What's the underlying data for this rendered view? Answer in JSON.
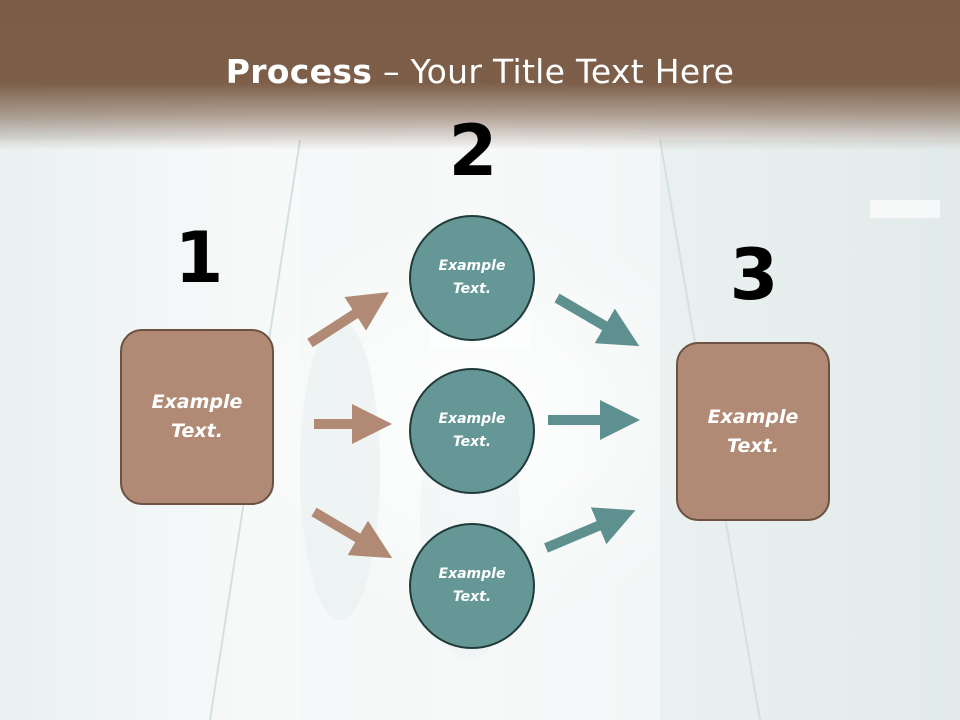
{
  "title": {
    "bold": "Process",
    "rest": " – Your Title Text Here"
  },
  "steps": {
    "one": "1",
    "two": "2",
    "three": "3"
  },
  "left_box": {
    "line1": "Example",
    "line2": "Text."
  },
  "circles": [
    {
      "line1": "Example",
      "line2": "Text."
    },
    {
      "line1": "Example",
      "line2": "Text."
    },
    {
      "line1": "Example",
      "line2": "Text."
    }
  ],
  "right_box": {
    "line1": "Example",
    "line2": "Text."
  },
  "colors": {
    "header": "#7a5c47",
    "box": "#b08a74",
    "circle": "#669797",
    "arrow_left": "#b08a74",
    "arrow_right": "#5f9090"
  }
}
